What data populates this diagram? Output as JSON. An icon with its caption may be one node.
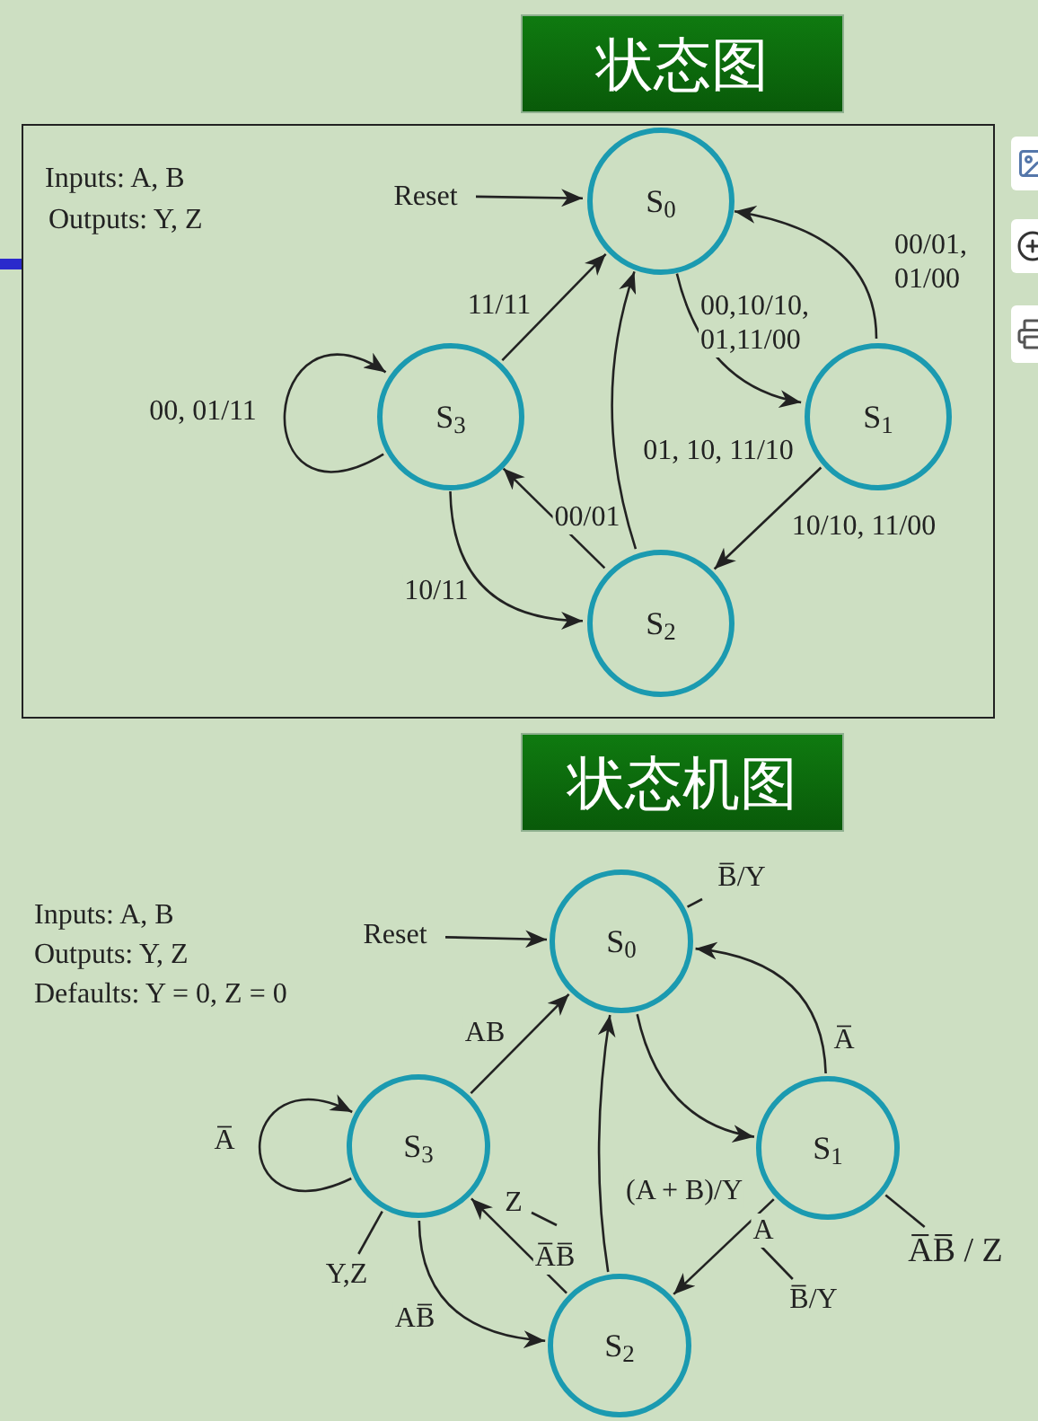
{
  "diagram": {
    "nodes": [
      {
        "text": [
          "状态图"
        ]
      },
      {
        "text": [],
        "shape": "box"
      },
      {
        "text": [
          "Reset"
        ],
        "in": 1
      },
      {
        "text": [
          "S$_{0}$"
        ],
        "in": 1
      },
      {
        "text": [
          "S$_{1}$"
        ],
        "in": 1
      },
      {
        "text": [
          "S$_{2}$"
        ],
        "in": 1
      },
      {
        "text": [
          "S$_{3}$"
        ],
        "in": 1
      },
      {
        "text": [
          "状态机图"
        ]
      },
      {
        "text": [
          "Reset"
        ]
      },
      {
        "text": [
          "S$_{0}$"
        ]
      },
      {
        "text": [
          "S$_{1}$"
        ]
      },
      {
        "text": [
          "S$_{2}$"
        ]
      },
      {
        "text": [
          "S$_{3}$"
        ]
      },
      {
        "text": [
          "B̅/Y"
        ]
      },
      {
        "text": [
          "A̅B̅ / Z"
        ]
      },
      {
        "text": [
          "Y,Z"
        ]
      },
      {
        "text": [
          "Z"
        ]
      },
      {
        "text": [
          "B̅/Y"
        ]
      }
    ],
    "edges": [
      {
        "from": 2,
        "to": 3,
        "arrow": "to"
      },
      {
        "from": 3,
        "to": 4,
        "arrow": "to",
        "label": "00,10/10, 01,11/00"
      },
      {
        "from": 4,
        "to": 3,
        "arrow": "to",
        "label": "00/01, 01/00"
      },
      {
        "from": 4,
        "to": 5,
        "arrow": "to",
        "label": "10/10, 11/00"
      },
      {
        "from": 5,
        "to": 3,
        "arrow": "to",
        "label": "01, 10, 11/10"
      },
      {
        "from": 5,
        "to": 6,
        "arrow": "to",
        "label": "00/01"
      },
      {
        "from": 6,
        "to": 5,
        "arrow": "to",
        "label": "10/11"
      },
      {
        "from": 6,
        "to": 3,
        "arrow": "to",
        "label": "11/11"
      },
      {
        "from": 6,
        "to": 6,
        "arrow": "to",
        "label": "00, 01/11"
      },
      {
        "from": 8,
        "to": 9,
        "arrow": "to"
      },
      {
        "from": 9,
        "to": 10,
        "arrow": "to"
      },
      {
        "from": 10,
        "to": 9,
        "arrow": "to",
        "label": "A̅"
      },
      {
        "from": 10,
        "to": 11,
        "arrow": "to",
        "label": "A"
      },
      {
        "from": 11,
        "to": 9,
        "arrow": "to",
        "label": "(A + B)/Y"
      },
      {
        "from": 11,
        "to": 12,
        "arrow": "to",
        "label": "A̅B̅"
      },
      {
        "from": 12,
        "to": 11,
        "arrow": "to",
        "label": "AB̅"
      },
      {
        "from": 12,
        "to": 9,
        "arrow": "to",
        "label": "AB"
      },
      {
        "from": 12,
        "to": 12,
        "arrow": "to",
        "label": "A̅"
      },
      {
        "from": 13,
        "to": 9,
        "arrow": "none"
      },
      {
        "from": 14,
        "to": 10,
        "arrow": "none"
      },
      {
        "from": 15,
        "to": 12,
        "arrow": "none"
      },
      {
        "from": 16,
        "to": null,
        "arrow": "none"
      },
      {
        "from": 17,
        "to": null,
        "arrow": "none"
      }
    ],
    "labels": [
      "Inputs: A, B",
      "Outputs: Y, Z",
      "Inputs: A, B",
      "Outputs: Y, Z",
      "Defaults: Y = 0, Z = 0"
    ]
  }
}
